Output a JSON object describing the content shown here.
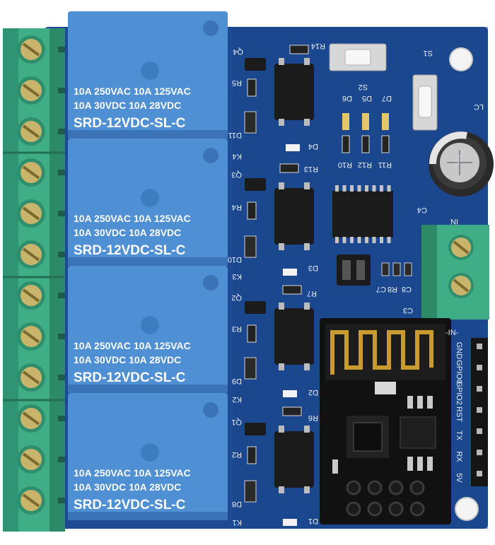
{
  "colors": {
    "board": "#1d4a92",
    "board_dark": "#163a78",
    "relay": "#4f8fd3",
    "relay_edge": "#3a74b6",
    "terminal": "#3fae86",
    "terminal_dark": "#2c8a68",
    "screw": "#c8b46a",
    "silk": "#e8eef8",
    "chip": "#1b1b1b",
    "wifi_module": "#111111",
    "pcb_antenna": "#c99a2e"
  },
  "relays": [
    {
      "rating_line1": "10A 250VAC  10A 125VAC",
      "rating_line2": "10A   30VDC  10A   28VDC",
      "model": "SRD-12VDC-SL-C"
    },
    {
      "rating_line1": "10A 250VAC  10A 125VAC",
      "rating_line2": "10A   30VDC  10A   28VDC",
      "model": "SRD-12VDC-SL-C"
    },
    {
      "rating_line1": "10A 250VAC  10A 125VAC",
      "rating_line2": "10A   30VDC  10A   28VDC",
      "model": "SRD-12VDC-SL-C"
    },
    {
      "rating_line1": "10A 250VAC  10A 125VAC",
      "rating_line2": "10A   30VDC  10A   28VDC",
      "model": "SRD-12VDC-SL-C"
    }
  ],
  "silkscreen": {
    "q4": "Q4",
    "r14": "R14",
    "s1": "S1",
    "s2": "S2",
    "r5": "R5",
    "d11": "D11",
    "k4": "K4",
    "d4": "D4",
    "d6": "D6",
    "d5": "D5",
    "d7": "D7",
    "r10": "R10",
    "r12": "R12",
    "r11": "R11",
    "q3": "Q3",
    "r13": "R13",
    "r4": "R4",
    "d10": "D10",
    "k3": "K3",
    "d3": "D3",
    "c4": "C4",
    "lc": "LC",
    "c7": "C7",
    "r8": "R8",
    "c8": "C8",
    "c3": "C3",
    "q2": "Q2",
    "r7": "R7",
    "r3": "R3",
    "d9": "D9",
    "k2": "K2",
    "d2": "D2",
    "q1": "Q1",
    "r6": "R6",
    "r2": "R2",
    "d8": "D8",
    "k1": "K1",
    "d1": "D1",
    "in_top": "IN",
    "in_header": "-IN-"
  },
  "header_pins": [
    "GND",
    "GPIO0",
    "GPIO2",
    "RST",
    "TX",
    "RX",
    "5V"
  ],
  "capacitor_label": "470uF"
}
